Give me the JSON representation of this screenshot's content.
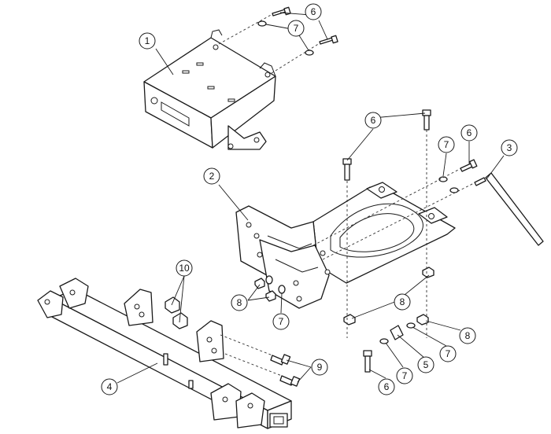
{
  "callouts": [
    {
      "number": "1"
    },
    {
      "number": "2"
    },
    {
      "number": "3"
    },
    {
      "number": "4"
    },
    {
      "number": "5"
    },
    {
      "number": "6"
    },
    {
      "number": "7"
    },
    {
      "number": "8"
    },
    {
      "number": "9"
    },
    {
      "number": "10"
    },
    {
      "number": "6"
    },
    {
      "number": "6"
    },
    {
      "number": "6"
    },
    {
      "number": "7"
    },
    {
      "number": "7"
    },
    {
      "number": "7"
    },
    {
      "number": "7"
    },
    {
      "number": "7"
    },
    {
      "number": "8"
    },
    {
      "number": "8"
    }
  ]
}
